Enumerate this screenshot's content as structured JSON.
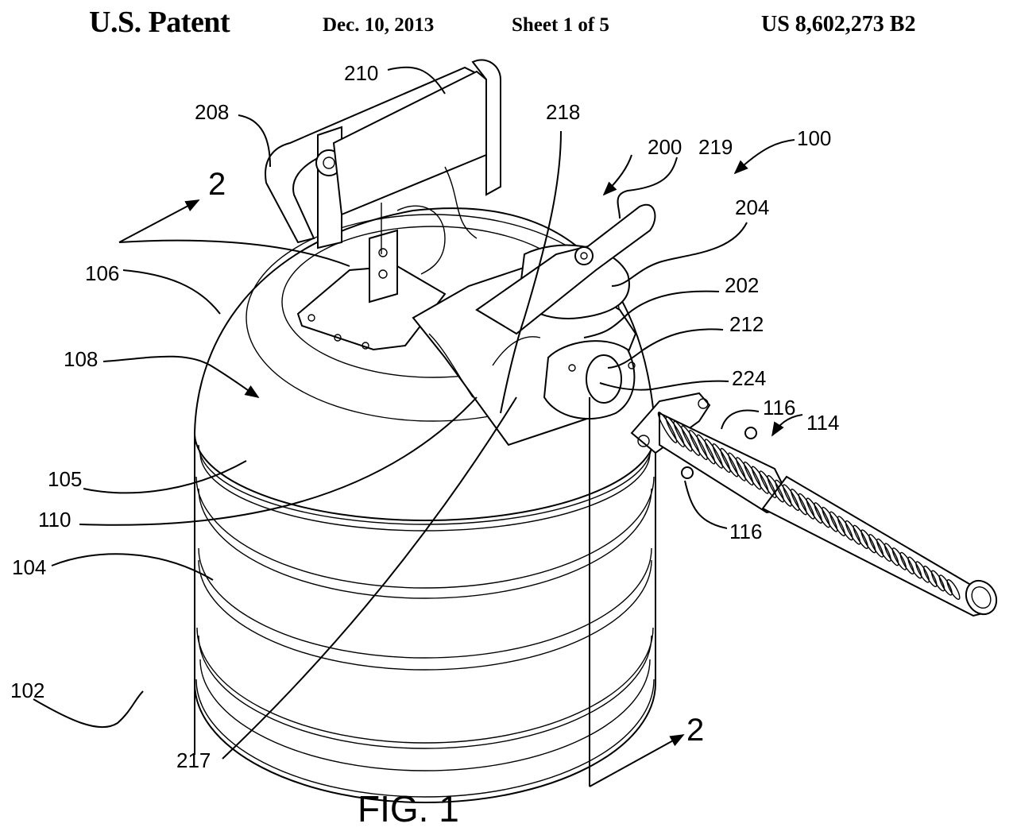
{
  "header": {
    "title": "U.S. Patent",
    "date": "Dec. 10, 2013",
    "sheet": "Sheet 1 of 5",
    "patent_number": "US 8,602,273 B2"
  },
  "figure": {
    "caption": "FIG. 1",
    "section_marker": "2",
    "reference_numerals": {
      "r100": "100",
      "r102": "102",
      "r104": "104",
      "r105": "105",
      "r106": "106",
      "r108": "108",
      "r110": "110",
      "r114": "114",
      "r116a": "116",
      "r116b": "116",
      "r200": "200",
      "r202": "202",
      "r204": "204",
      "r208": "208",
      "r210": "210",
      "r212": "212",
      "r217": "217",
      "r218": "218",
      "r219": "219",
      "r224": "224"
    }
  }
}
